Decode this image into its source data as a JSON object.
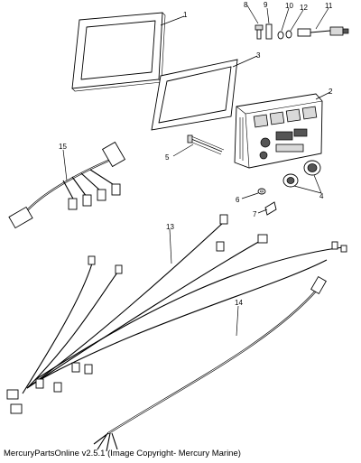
{
  "callouts": [
    "1",
    "2",
    "3",
    "4",
    "5",
    "6",
    "7",
    "8",
    "9",
    "10",
    "11",
    "12",
    "13",
    "14",
    "15"
  ],
  "footer": {
    "copyright": "MercuryPartsOnline v2.5.1 (Image Copyright- Mercury Marine)"
  }
}
